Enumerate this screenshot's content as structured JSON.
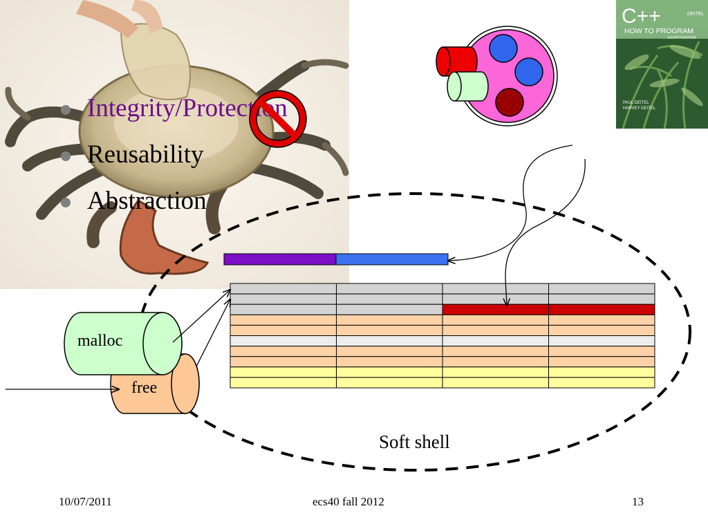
{
  "bullets": [
    {
      "text": "Integrity/Protection",
      "color": "#6b0f8a"
    },
    {
      "text": "Reusability",
      "color": "#000000"
    },
    {
      "text": "Abstraction",
      "color": "#000000"
    }
  ],
  "book": {
    "title": "C++",
    "subtitle": "HOW TO PROGRAM",
    "edition": "EIGHTH EDITION",
    "publisher": "DEITEL",
    "authors": [
      "PAUL DEITEL",
      "HARVEY DEITEL"
    ]
  },
  "diagram": {
    "malloc_label": "malloc",
    "free_label": "free",
    "shell_label": "Soft shell",
    "memory_rows": [
      "#d3d3d3",
      "#d3d3d3",
      "#d3d3d3",
      "#fdd2a6",
      "#fdd2a6",
      "#ececec",
      "#fdd2a6",
      "#fdd2a6",
      "#ffff9e",
      "#ffff9e"
    ],
    "highlight_color": "#cc0000",
    "pointer_bar_colors": [
      "#7a0fc7",
      "#3a72f0"
    ]
  },
  "footer": {
    "date": "10/07/2011",
    "course": "ecs40 fall 2012",
    "page": "13"
  }
}
